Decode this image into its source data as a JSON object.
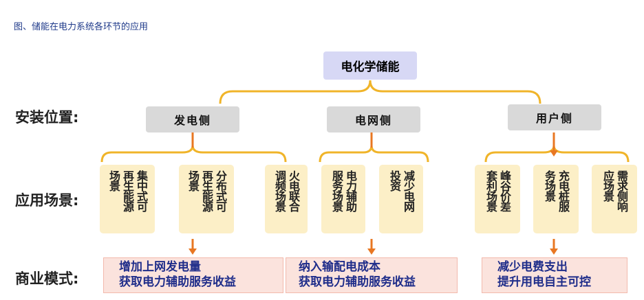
{
  "figure_title": "图、储能在电力系统各环节的应用",
  "root": "电化学储能",
  "row_labels": {
    "install": "安装位置:",
    "scenario": "应用场景:",
    "business": "商业模式:"
  },
  "install_sides": [
    "发电侧",
    "电网侧",
    "用户侧"
  ],
  "scenarios": {
    "generation": [
      {
        "columns": [
          "集中式可",
          "再生能源",
          "场景"
        ]
      },
      {
        "columns": [
          "分布式可",
          "再生能源",
          "场景"
        ]
      },
      {
        "columns": [
          "火电联合",
          "调频场景"
        ]
      }
    ],
    "grid": [
      {
        "columns": [
          "电力辅助",
          "服务场景"
        ]
      },
      {
        "columns": [
          "减少电网",
          "投资"
        ]
      }
    ],
    "user": [
      {
        "columns": [
          "峰谷价差",
          "套利场景"
        ]
      },
      {
        "columns": [
          "充电桩服",
          "务场景"
        ]
      },
      {
        "columns": [
          "需求侧响",
          "应场景"
        ]
      }
    ]
  },
  "business_models": {
    "generation": [
      "增加上网发电量",
      "获取电力辅助服务收益"
    ],
    "grid": [
      "纳入输配电成本",
      "获取电力辅助服务收益"
    ],
    "user": [
      "减少电费支出",
      "提升用电自主可控"
    ]
  },
  "colors": {
    "root_box": "#d7d8f5",
    "side_box": "#d9d9d9",
    "scene_box": "#fcefc7",
    "bracket": "#f0b429",
    "arrow": "#e87722",
    "biz_box": "#fbe3dd",
    "biz_text": "#1f2d8a"
  }
}
